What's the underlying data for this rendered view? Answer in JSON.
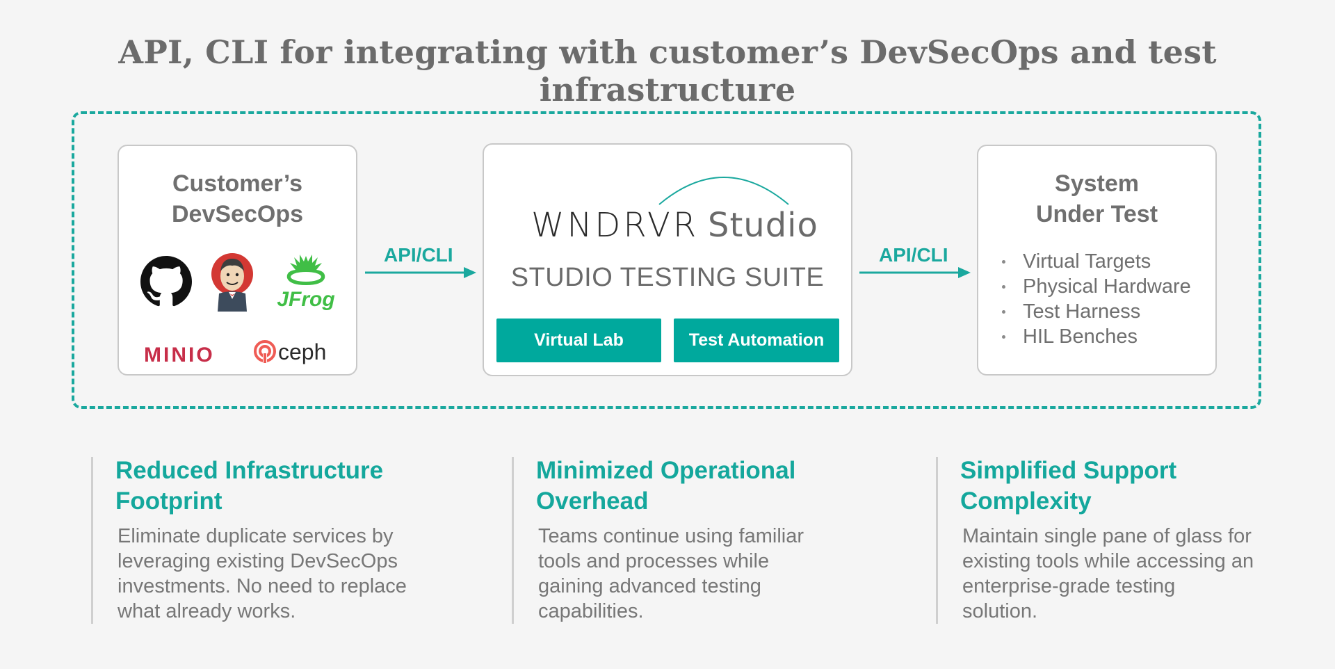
{
  "title": "API, CLI for integrating with customer’s DevSecOps and test infrastructure",
  "colors": {
    "accent": "#00a99d",
    "heading": "#6b6b6b",
    "body_text": "#777777",
    "jfrog_green": "#40be46",
    "minio_red": "#c72e49",
    "ceph_red": "#ef5c55",
    "jenkins_red": "#d33833"
  },
  "left_box": {
    "heading_line1": "Customer’s",
    "heading_line2": "DevSecOps",
    "logos": [
      {
        "name": "github-icon"
      },
      {
        "name": "jenkins-icon"
      },
      {
        "name": "jfrog-icon",
        "label": "JFrog"
      },
      {
        "name": "minio-icon",
        "label": "MINIO"
      },
      {
        "name": "ceph-icon",
        "label": "ceph"
      }
    ]
  },
  "arrows": {
    "left_label": "API/CLI",
    "right_label": "API/CLI"
  },
  "center_box": {
    "brand": "WNDRVR",
    "product": "Studio",
    "suite": "STUDIO TESTING SUITE",
    "buttons": [
      "Virtual Lab",
      "Test Automation"
    ]
  },
  "right_box": {
    "heading_line1": "System",
    "heading_line2": "Under Test",
    "items": [
      "Virtual Targets",
      "Physical Hardware",
      "Test Harness",
      "HIL Benches"
    ]
  },
  "benefits": [
    {
      "title_line1": "Reduced Infrastructure",
      "title_line2": "Footprint",
      "body": "Eliminate duplicate services by leveraging existing DevSecOps investments. No need to replace what already works."
    },
    {
      "title_line1": "Minimized Operational",
      "title_line2": "Overhead",
      "body": "Teams continue using familiar tools and processes while gaining advanced testing capabilities."
    },
    {
      "title_line1": "Simplified Support",
      "title_line2": "Complexity",
      "body": "Maintain single pane of glass for existing tools while accessing an enterprise-grade testing solution."
    }
  ]
}
